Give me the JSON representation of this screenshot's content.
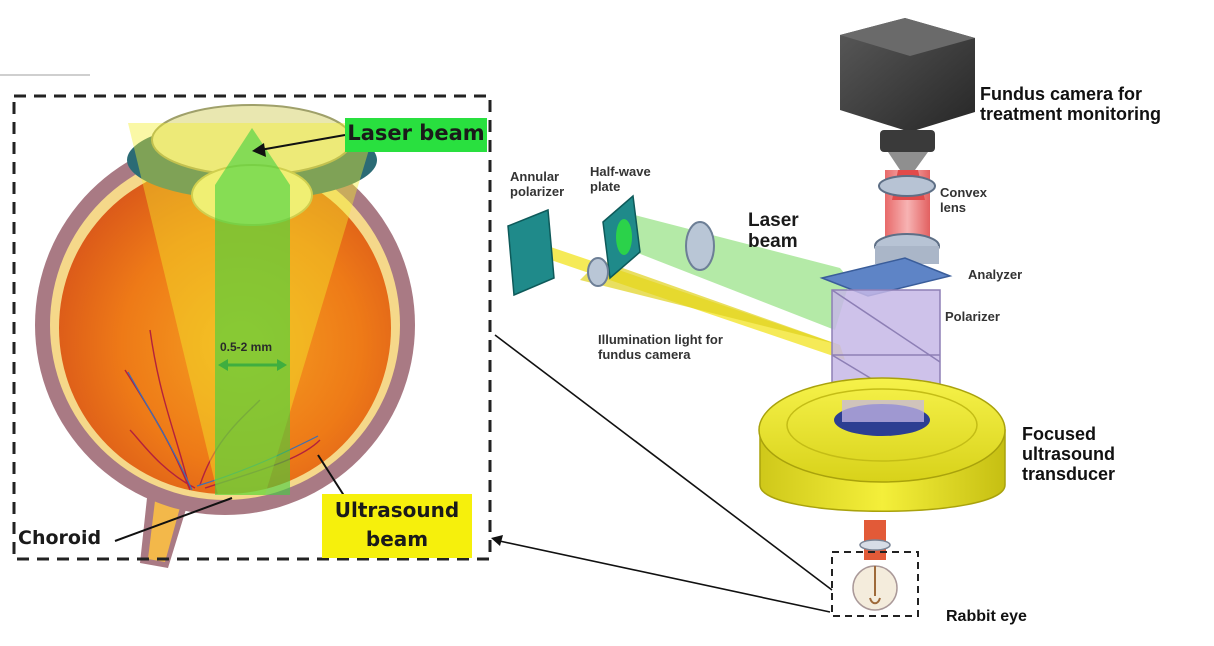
{
  "labels": {
    "laser_beam_box": "Laser beam",
    "scale": "0.5-2 mm",
    "choroid": "Choroid",
    "ultrasound_beam_line1": "Ultrasound",
    "ultrasound_beam_line2": "beam",
    "annular_polarizer_line1": "Annular",
    "annular_polarizer_line2": "polarizer",
    "half_wave_line1": "Half-wave",
    "half_wave_line2": "plate",
    "laser_beam_line1": "Laser",
    "laser_beam_line2": "beam",
    "illumination_line1": "Illumination light for",
    "illumination_line2": "fundus camera",
    "fundus_line1": "Fundus camera for",
    "fundus_line2": "treatment monitoring",
    "convex_line1": "Convex",
    "convex_line2": "lens",
    "analyzer": "Analyzer",
    "polarizer": "Polarizer",
    "focused_line1": "Focused",
    "focused_line2": "ultrasound",
    "focused_line3": "transducer",
    "rabbit_eye": "Rabbit eye"
  },
  "colors": {
    "laser_green": "#3fd13f",
    "ultrasound_yellow": "#f2ee2a",
    "retina_orange": "#f07a1a",
    "sclera_mauve": "#a97a84",
    "transducer_yellow": "#e7e21b",
    "camera_gray": "#3a3a3a",
    "teal": "#1f8a8a"
  }
}
